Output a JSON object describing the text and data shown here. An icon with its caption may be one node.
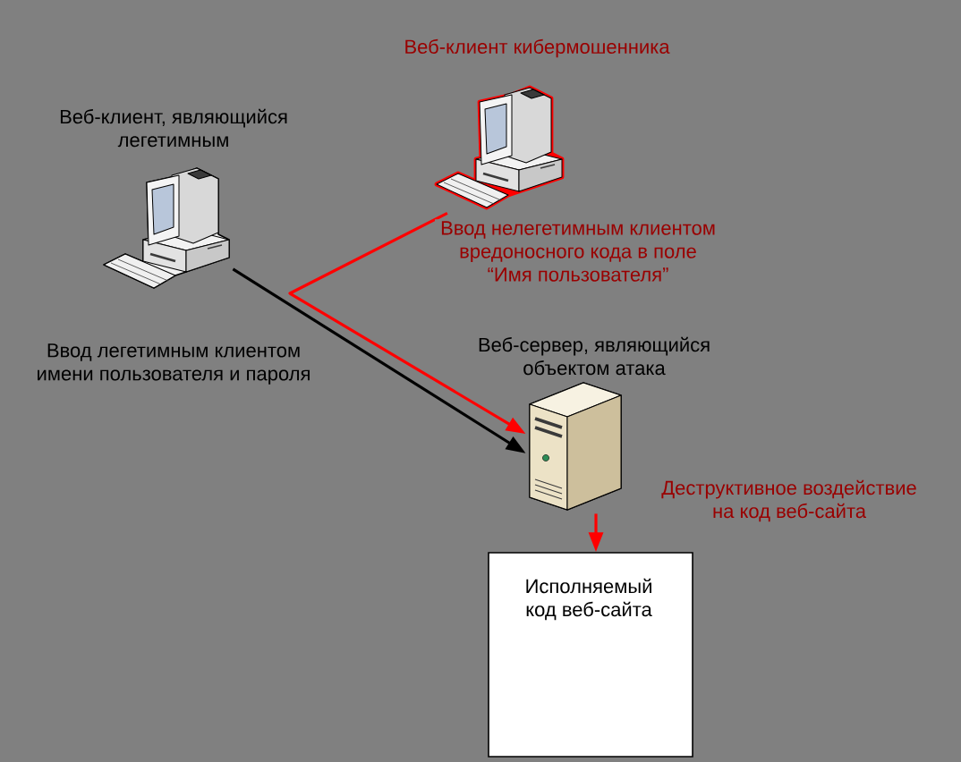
{
  "diagram": {
    "nodes": [
      {
        "text": [
          "Веб-клиент, являющийся легетимным"
        ]
      },
      {
        "text": [
          "Веб-клиент кибермошенника"
        ]
      },
      {
        "text": [
          "Веб-сервер, являющийся объектом атака"
        ]
      },
      {
        "text": [
          "Исполняемый код веб-сайта"
        ]
      }
    ],
    "edges": [
      {
        "from": 0,
        "to": 2,
        "arrow": "to",
        "label": "Ввод легетимным клиентом имени пользователя и пароля",
        "color": "#000000"
      },
      {
        "from": 1,
        "to": 2,
        "arrow": "to",
        "label": "Ввод нелегетимным клиентом вредоносного кода в поле “Имя пользователя”",
        "color": "#ff0000"
      },
      {
        "from": 2,
        "to": 3,
        "arrow": "to",
        "label": "Деструктивное воздействие на код веб-сайта",
        "color": "#ff0000"
      }
    ]
  }
}
